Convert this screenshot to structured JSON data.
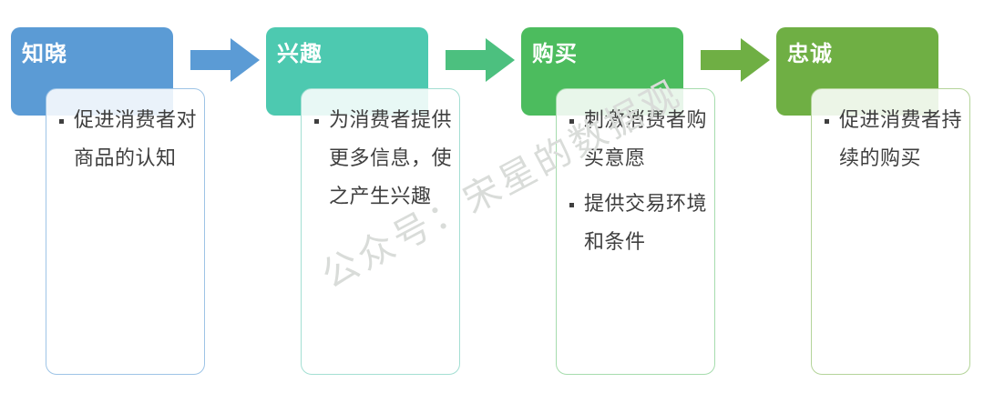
{
  "diagram": {
    "type": "process-flow",
    "watermark": "公众号：宋星的数据观",
    "steps": [
      {
        "title": "知晓",
        "color": "#5B9BD5",
        "border": "#9ec4e6",
        "bullets": [
          "促进消费者对商品的认知"
        ]
      },
      {
        "title": "兴趣",
        "color": "#4DC9B0",
        "border": "#a4dfd3",
        "bullets": [
          "为消费者提供更多信息，使之产生兴趣"
        ]
      },
      {
        "title": "购买",
        "color": "#4CBC5E",
        "border": "#a6dcad",
        "bullets": [
          "刺激消费者购买意愿",
          "提供交易环境和条件"
        ]
      },
      {
        "title": "忠诚",
        "color": "#6FAF44",
        "border": "#b4d49a",
        "bullets": [
          "促进消费者持续的购买"
        ]
      }
    ],
    "arrows": [
      {
        "name": "arrow-awareness-to-interest",
        "color": "#5B9BD5"
      },
      {
        "name": "arrow-interest-to-purchase",
        "color": "#4CC07F"
      },
      {
        "name": "arrow-purchase-to-loyalty",
        "color": "#6FAF44"
      }
    ]
  }
}
